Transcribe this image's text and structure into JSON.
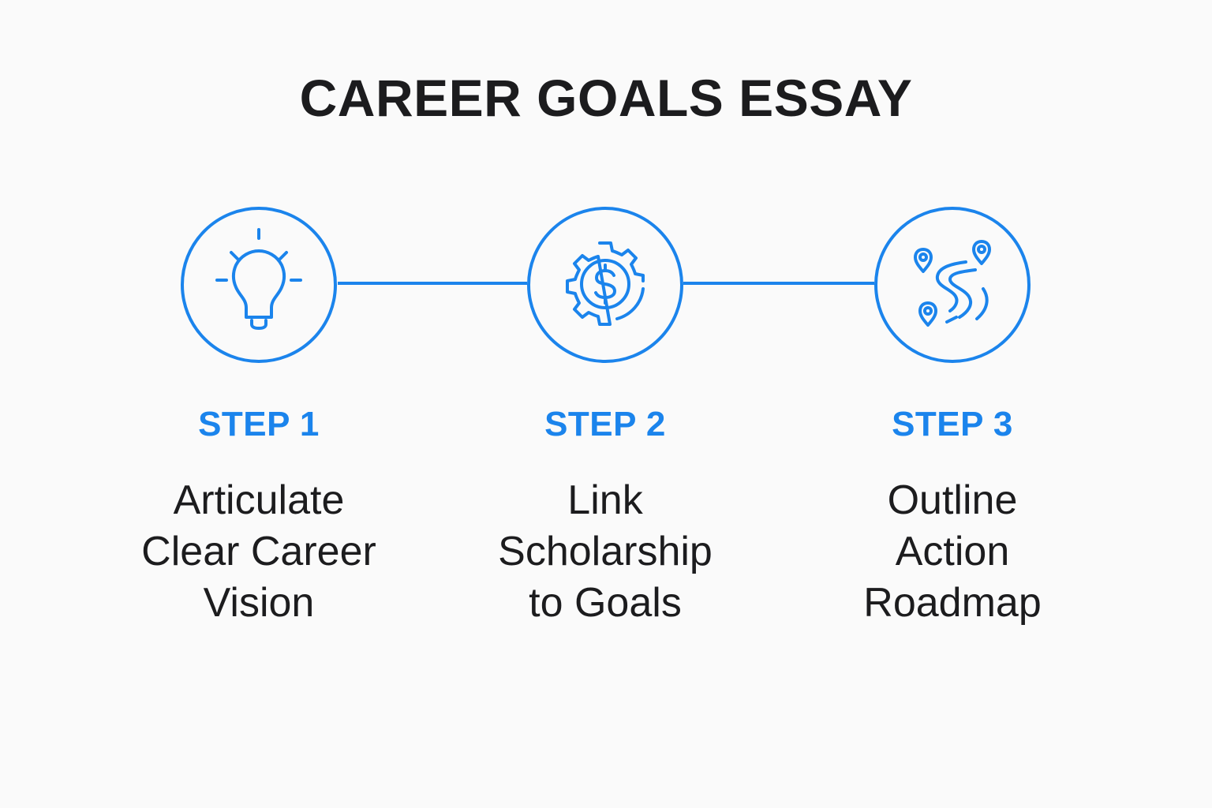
{
  "title": "CAREER GOALS ESSAY",
  "accent_color": "#1b84ec",
  "steps": [
    {
      "label": "STEP 1",
      "icon": "lightbulb-icon",
      "lines": [
        "Articulate",
        "Clear Career",
        "Vision"
      ]
    },
    {
      "label": "STEP 2",
      "icon": "gear-dollar-icon",
      "lines": [
        "Link",
        "Scholarship",
        "to Goals"
      ]
    },
    {
      "label": "STEP 3",
      "icon": "roadmap-icon",
      "lines": [
        "Outline",
        "Action",
        "Roadmap"
      ]
    }
  ]
}
